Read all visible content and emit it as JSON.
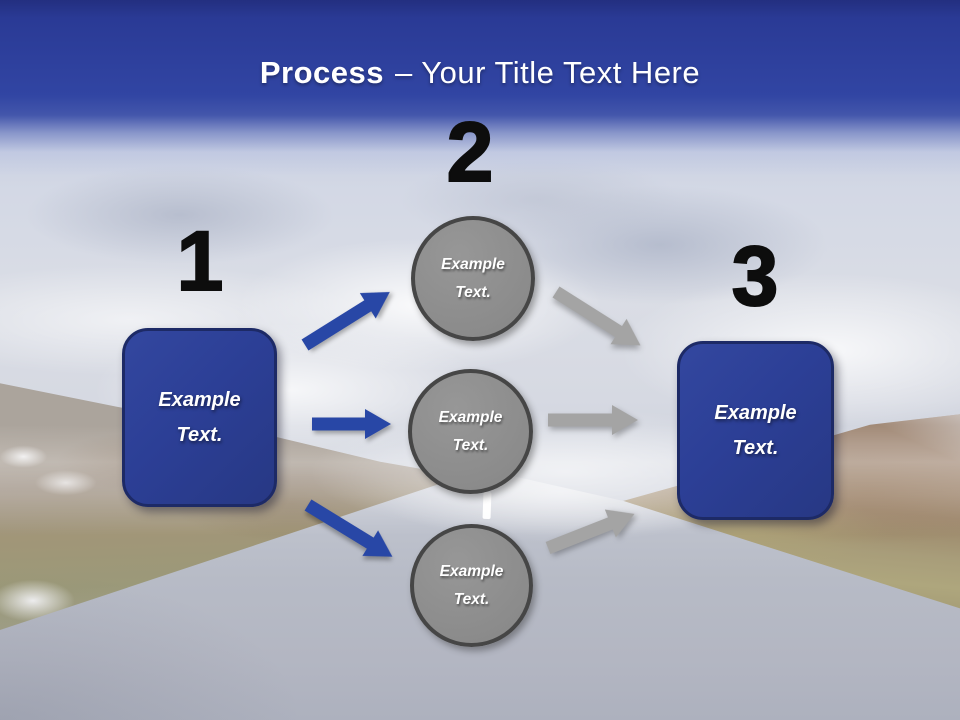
{
  "title": {
    "bold": "Process",
    "rest": "– Your Title Text Here"
  },
  "numbers": {
    "step1": "1",
    "step2": "2",
    "step3": "3"
  },
  "left_box": {
    "line1": "Example",
    "line2": "Text."
  },
  "right_box": {
    "line1": "Example",
    "line2": "Text."
  },
  "circles": {
    "top": {
      "line1": "Example",
      "line2": "Text."
    },
    "middle": {
      "line1": "Example",
      "line2": "Text."
    },
    "bottom": {
      "line1": "Example",
      "line2": "Text."
    }
  },
  "colors": {
    "header_blue_top": "#232f80",
    "header_blue": "#3145a3",
    "box_blue_fill": "#2c3f96",
    "box_blue_border": "#1d2a66",
    "arrow_blue": "#2847a6",
    "circle_gray_fill": "#8f8f8f",
    "circle_gray_border": "#464646",
    "arrow_gray": "#a4a4a4",
    "number_black": "#0d0d0d",
    "text_white": "#ffffff"
  }
}
